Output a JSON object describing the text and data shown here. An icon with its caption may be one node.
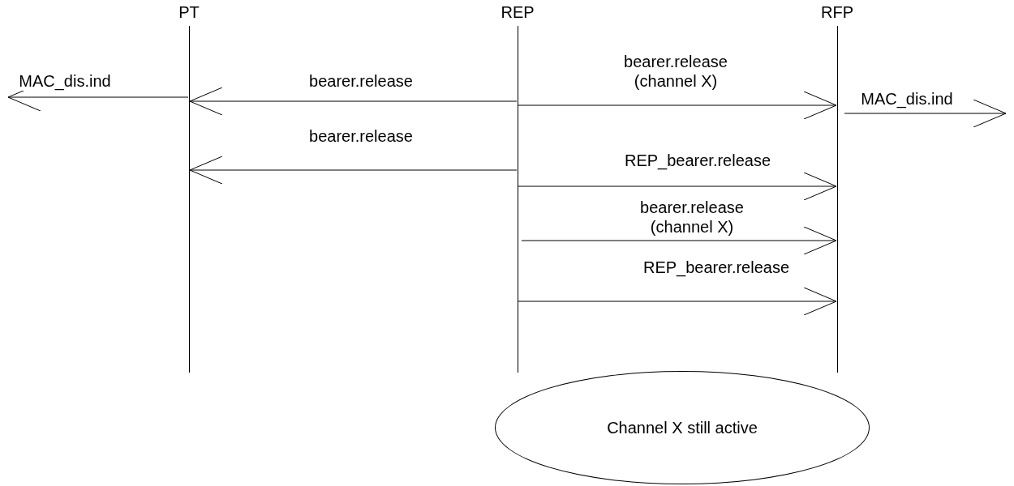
{
  "diagram": {
    "nodes": [
      {
        "text": [
          "PT"
        ]
      },
      {
        "text": [
          "REP"
        ]
      },
      {
        "text": [
          "RFP"
        ]
      },
      {
        "text": [
          "Channel X still active"
        ]
      }
    ],
    "edges": [
      {
        "from": 0,
        "to": null,
        "arrow": "to",
        "label": "MAC_dis.ind"
      },
      {
        "from": 1,
        "to": 0,
        "arrow": "to",
        "label": "bearer.release"
      },
      {
        "from": 1,
        "to": 2,
        "arrow": "to",
        "label": "bearer.release (channel X)"
      },
      {
        "from": 2,
        "to": null,
        "arrow": "to",
        "label": "MAC_dis.ind"
      },
      {
        "from": 1,
        "to": 0,
        "arrow": "to",
        "label": "bearer.release"
      },
      {
        "from": 1,
        "to": 2,
        "arrow": "to",
        "label": "REP_bearer.release"
      },
      {
        "from": 1,
        "to": 2,
        "arrow": "to",
        "label": "bearer.release (channel X)"
      },
      {
        "from": 1,
        "to": 2,
        "arrow": "to",
        "label": "REP_bearer.release"
      }
    ]
  }
}
